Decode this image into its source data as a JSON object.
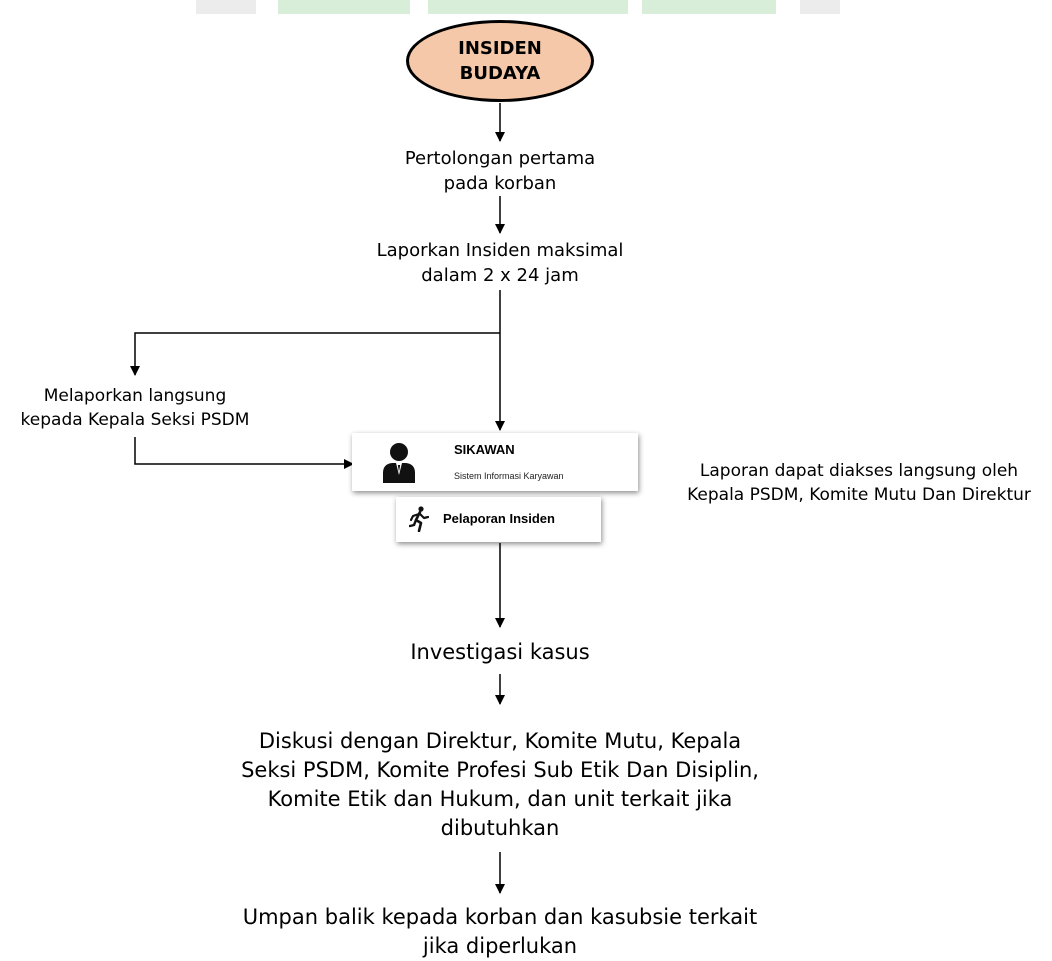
{
  "colors": {
    "start_fill": "#f4c8a8",
    "decor_green": "#d8eed8",
    "decor_gray": "#ececec",
    "line": "#000000"
  },
  "nodes": {
    "start": "INSIDEN\nBUDAYA",
    "first_aid": "Pertolongan pertama\npada korban",
    "report_deadline": "Laporkan Insiden maksimal\ndalam 2 x 24 jam",
    "direct_report": "Melaporkan langsung\nkepada Kepala Seksi PSDM",
    "investigation": "Investigasi kasus",
    "discussion": "Diskusi dengan Direktur, Komite Mutu, Kepala\nSeksi PSDM, Komite Profesi Sub Etik Dan Disiplin,\nKomite Etik dan Hukum, dan unit terkait jika\ndibutuhkan",
    "feedback": "Umpan balik kepada korban dan kasubsie terkait\njika diperlukan"
  },
  "sikawan": {
    "title": "SIKAWAN",
    "subtitle": "Sistem Informasi Karyawan",
    "button_label": "Pelaporan Insiden",
    "user_icon": "user-icon",
    "runner_icon": "running-person-icon"
  },
  "access_note": "Laporan dapat diakses langsung oleh\nKepala PSDM, Komite Mutu Dan Direktur"
}
